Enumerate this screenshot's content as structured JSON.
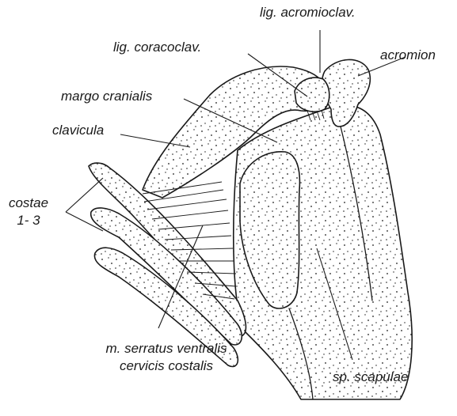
{
  "labels": {
    "lig_acromioclav": "lig. acromioclav.",
    "lig_coracoclav": "lig. coracoclav.",
    "acromion": "acromion",
    "margo_cranialis": "margo cranialis",
    "clavicula": "clavicula",
    "costae_line1": "costae",
    "costae_line2": "1- 3",
    "serratus_line1": "m. serratus ventralis",
    "serratus_line2": "cervicis costalis",
    "sp_scapulae": "sp. scapulae"
  },
  "colors": {
    "line": "#1a1a1a",
    "background": "#ffffff"
  }
}
